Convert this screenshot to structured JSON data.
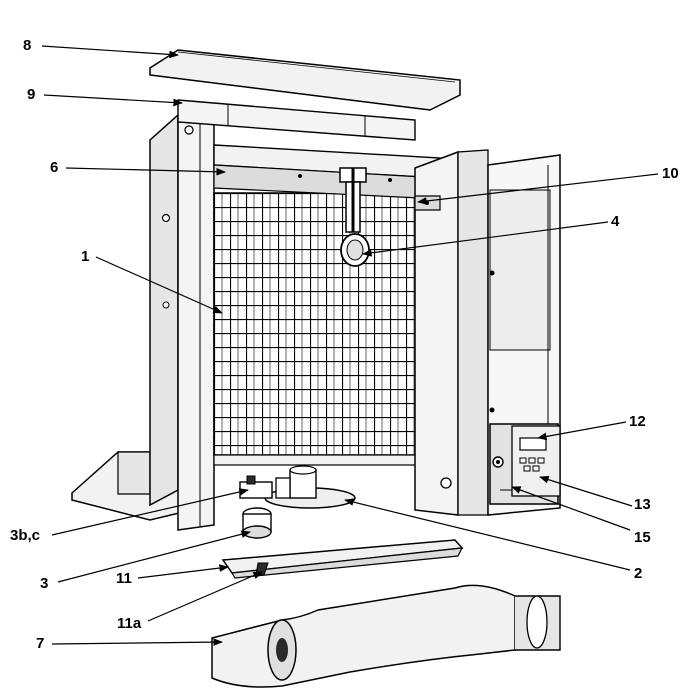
{
  "callouts": {
    "c1": "1",
    "c2": "2",
    "c3": "3",
    "c3bc": "3b,c",
    "c4": "4",
    "c6": "6",
    "c7": "7",
    "c8": "8",
    "c9": "9",
    "c10": "10",
    "c11": "11",
    "c11a": "11a",
    "c12": "12",
    "c13": "13",
    "c15": "15"
  },
  "colors": {
    "line": "#000000",
    "panel": "#f2f2f2",
    "shade": "#dcdcdc",
    "dark": "#2a2a2a"
  }
}
